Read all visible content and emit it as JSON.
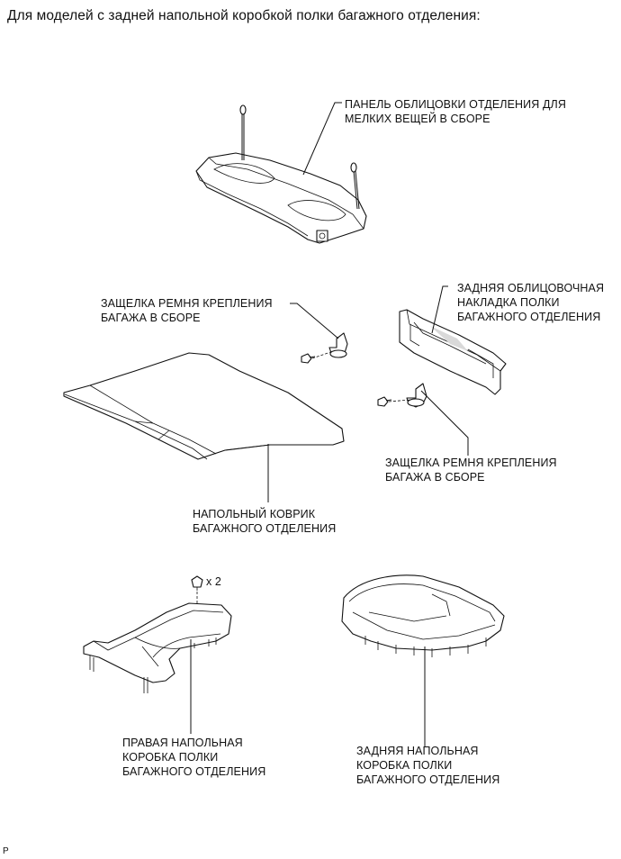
{
  "title": "Для моделей с задней напольной коробкой полки багажного отделения:",
  "labels": {
    "panel": [
      "ПАНЕЛЬ ОБЛИЦОВКИ ОТДЕЛЕНИЯ ДЛЯ",
      "МЕЛКИХ ВЕЩЕЙ В СБОРЕ"
    ],
    "latch_upper": [
      "ЗАЩЕЛКА РЕМНЯ КРЕПЛЕНИЯ",
      "БАГАЖА В СБОРЕ"
    ],
    "rear_trim": [
      "ЗАДНЯЯ ОБЛИЦОВОЧНАЯ",
      "НАКЛАДКА ПОЛКИ",
      "БАГАЖНОГО ОТДЕЛЕНИЯ"
    ],
    "latch_lower": [
      "ЗАЩЕЛКА РЕМНЯ КРЕПЛЕНИЯ",
      "БАГАЖА В СБОРЕ"
    ],
    "floor_mat": [
      "НАПОЛЬНЫЙ КОВРИК",
      "БАГАЖНОГО ОТДЕЛЕНИЯ"
    ],
    "clip_qty": "x 2",
    "right_box": [
      "ПРАВАЯ НАПОЛЬНАЯ",
      "КОРОБКА ПОЛКИ",
      "БАГАЖНОГО ОТДЕЛЕНИЯ"
    ],
    "rear_box": [
      "ЗАДНЯЯ НАПОЛЬНАЯ",
      "КОРОБКА ПОЛКИ",
      "БАГАЖНОГО ОТДЕЛЕНИЯ"
    ]
  },
  "footer": "P"
}
